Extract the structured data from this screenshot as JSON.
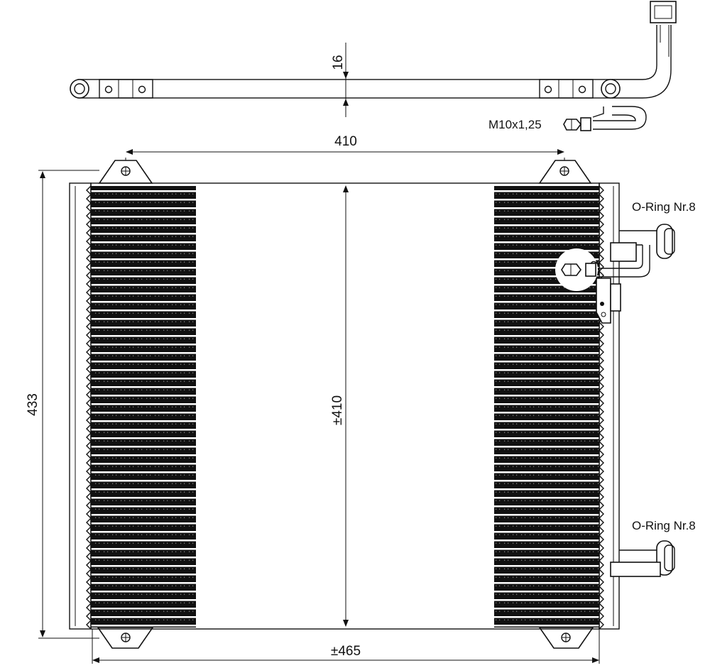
{
  "drawing": {
    "labels": {
      "depth": "16",
      "mount_spacing": "410",
      "height_total": "433",
      "core_height": "±410",
      "width_total": "±465",
      "thread": "M10x1,25",
      "oring_top": "O-Ring Nr.8",
      "oring_bottom": "O-Ring Nr.8"
    },
    "colors": {
      "line": "#111111",
      "background": "#ffffff"
    },
    "icons": [
      "arrowhead",
      "bolt-hole",
      "fin-stripe",
      "pipe-fitting"
    ]
  }
}
